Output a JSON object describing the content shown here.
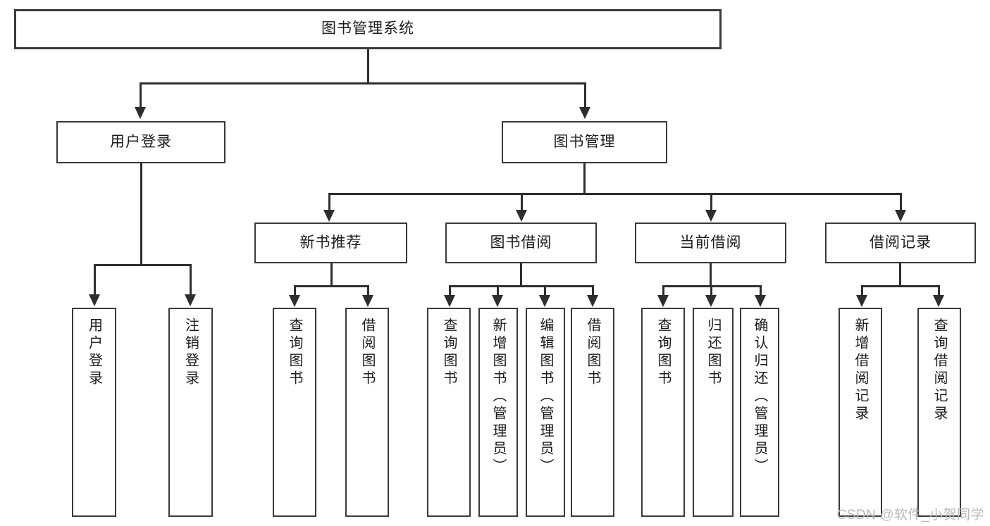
{
  "diagram": {
    "title": "图书管理系统",
    "type": "tree-hierarchy",
    "root": {
      "label": "图书管理系统"
    },
    "level2": [
      {
        "label": "用户登录"
      },
      {
        "label": "图书管理"
      }
    ],
    "level3": [
      {
        "label": "新书推荐"
      },
      {
        "label": "图书借阅"
      },
      {
        "label": "当前借阅"
      },
      {
        "label": "借阅记录"
      }
    ],
    "leaves": {
      "user_login": [
        {
          "label": "用户登录"
        },
        {
          "label": "注销登录"
        }
      ],
      "new_book_recommend": [
        {
          "label": "查询图书"
        },
        {
          "label": "借阅图书"
        }
      ],
      "book_borrow": [
        {
          "label": "查询图书"
        },
        {
          "label": "新增图书（管理员）"
        },
        {
          "label": "编辑图书（管理员）"
        },
        {
          "label": "借阅图书"
        }
      ],
      "current_borrow": [
        {
          "label": "查询图书"
        },
        {
          "label": "归还图书"
        },
        {
          "label": "确认归还（管理员）"
        }
      ],
      "borrow_record": [
        {
          "label": "新增借阅记录"
        },
        {
          "label": "查询借阅记录"
        }
      ]
    }
  },
  "watermark": {
    "text": "CSDN @软件_小贺同学"
  },
  "colors": {
    "stroke": "#2e2e2e",
    "box_border": "#3a3a3a",
    "background": "#ffffff",
    "text": "#1c1c1c",
    "watermark": "#b9b9b9"
  }
}
